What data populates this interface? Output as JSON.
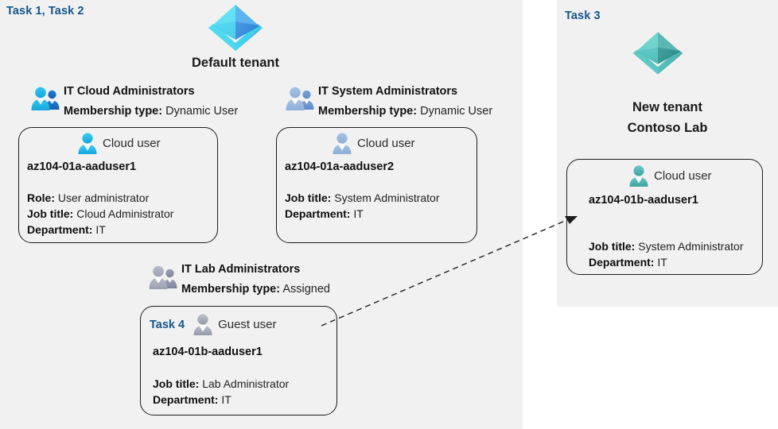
{
  "panels": {
    "left": {
      "task_label": "Task 1, Task 2"
    },
    "right": {
      "task_label": "Task 3"
    }
  },
  "tenants": [
    {
      "id": "default-tenant",
      "caption": "Default tenant",
      "icon": "azure-ad-tenant-icon",
      "color_left": "#4fd8f0",
      "color_right": "#4a90e2"
    },
    {
      "id": "new-tenant",
      "caption_line1": "New  tenant",
      "caption_line2": "Contoso Lab",
      "icon": "azure-ad-tenant-icon",
      "color_left": "#5fc9c4",
      "color_right": "#3e9b99"
    }
  ],
  "groups": [
    {
      "id": "it-cloud-administrators",
      "title": "IT Cloud Administrators",
      "membership_label": "Membership type:",
      "membership_value": "Dynamic User",
      "icon": "group-users-icon",
      "icon_tone": "bright"
    },
    {
      "id": "it-system-administrators",
      "title": "IT System Administrators",
      "membership_label": "Membership type:",
      "membership_value": "Dynamic User",
      "icon": "group-users-icon",
      "icon_tone": "muted"
    },
    {
      "id": "it-lab-administrators",
      "title": "IT Lab Administrators",
      "membership_label": "Membership type:",
      "membership_value": "Assigned",
      "icon": "group-users-icon",
      "icon_tone": "gray"
    }
  ],
  "users": [
    {
      "id": "az104-01a-aaduser1",
      "kind_label": "Cloud user",
      "icon": "cloud-user-icon",
      "name": "az104-01a-aaduser1",
      "attrs": [
        {
          "label": "Role:",
          "value": "User administrator"
        },
        {
          "label": "Job title:",
          "value": "Cloud Administrator"
        },
        {
          "label": "Department:",
          "value": "IT"
        }
      ]
    },
    {
      "id": "az104-01a-aaduser2",
      "kind_label": "Cloud user",
      "icon": "cloud-user-icon",
      "name": "az104-01a-aaduser2",
      "attrs": [
        {
          "label": "Job title:",
          "value": "System Administrator"
        },
        {
          "label": "Department:",
          "value": "IT"
        }
      ]
    },
    {
      "id": "az104-01b-aaduser1-guest",
      "task_tag": "Task 4",
      "kind_label": "Guest user",
      "icon": "guest-user-icon",
      "name": "az104-01b-aaduser1",
      "attrs": [
        {
          "label": "Job title:",
          "value": "Lab Administrator"
        },
        {
          "label": "Department:",
          "value": "IT"
        }
      ]
    },
    {
      "id": "az104-01b-aaduser1-cloud",
      "kind_label": "Cloud user",
      "icon": "cloud-user-icon",
      "name": "az104-01b-aaduser1",
      "attrs": [
        {
          "label": "Job title:",
          "value": "System Administrator"
        },
        {
          "label": "Department:",
          "value": "IT"
        }
      ]
    }
  ],
  "connector": {
    "id": "guest-to-new-tenant-arrow",
    "style": "dashed",
    "from": "az104-01b-aaduser1-guest",
    "to": "az104-01b-aaduser1-cloud"
  },
  "colors": {
    "panel_bg": "#f1f1f1",
    "task_blue": "#15558b",
    "outline": "#1d1d1d"
  }
}
